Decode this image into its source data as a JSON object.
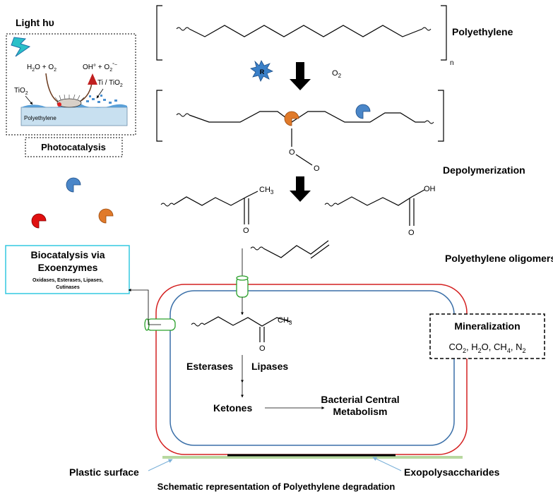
{
  "light": {
    "prefix": "Light h",
    "nu": "υ"
  },
  "photo": {
    "reactant_a": "H",
    "reactant_sub": "2",
    "reactant_b": "O + O",
    "reactant_sub2": "2",
    "product_a": "OH° + O",
    "product_sub": "2",
    "product_sup": "°−",
    "tio2_left_a": "TiO",
    "tio2_left_sub": "2",
    "ti_tio2_a": "Ti / TiO",
    "ti_tio2_sub": "2",
    "surface_label": "Polyethylene",
    "caption": "Photocatalysis"
  },
  "chain": {
    "polyethylene_label": "Polyethylene",
    "repeat_subscript": "n",
    "radical_symbol": "R",
    "oxygen_a": "O",
    "oxygen_sub": "2",
    "peroxide_o1": "O",
    "peroxide_o2": "O",
    "depolymerization_label": "Depolymerization",
    "ketone_o": "O",
    "ketone_ch3": "CH",
    "ketone_ch3_sub": "3",
    "acid_oh": "OH",
    "acid_o": "O",
    "oligomers_label": "Polyethylene oligomers"
  },
  "biocat": {
    "title_line1": "Biocatalysis via",
    "title_line2": "Exoenzymes",
    "enzymes_line1": "Oxidases, Esterases, Lipases,",
    "enzymes_line2": "Cutinases"
  },
  "cell": {
    "inner_ketone_o": "O",
    "inner_ketone_ch3": "CH",
    "inner_ketone_sub": "3",
    "esterases": "Esterases",
    "lipases": "Lipases",
    "ketones": "Ketones",
    "metabolism_line1": "Bacterial Central",
    "metabolism_line2": "Metabolism"
  },
  "mineralization": {
    "title": "Mineralization",
    "products": [
      {
        "base": "CO",
        "sub": "2",
        "sep": ", "
      },
      {
        "base": "H",
        "sub": "2",
        "tail": "O",
        "sep": ", "
      },
      {
        "base": "CH",
        "sub": "4",
        "sep": ", "
      },
      {
        "base": "N",
        "sub": "2",
        "sep": ""
      }
    ]
  },
  "surface": {
    "plastic_label": "Plastic surface",
    "exopoly_label": "Exopolysaccharides"
  },
  "caption": "Schematic representation of Polyethylene degradation",
  "colors": {
    "blue_enzyme": "#4a86c8",
    "orange_enzyme": "#e07a2a",
    "red_enzyme": "#e01010",
    "cell_outer": "#d42020",
    "cell_inner": "#3a6fa8",
    "channel": "#2aa02a",
    "biocat_border": "#33c8e0",
    "surface_green": "#b8d8a0",
    "film_blue": "#5aa0d8",
    "film_fill": "#c8e0f0",
    "ti_particle": "#4a90d0",
    "product_arrow": "#c02020"
  }
}
